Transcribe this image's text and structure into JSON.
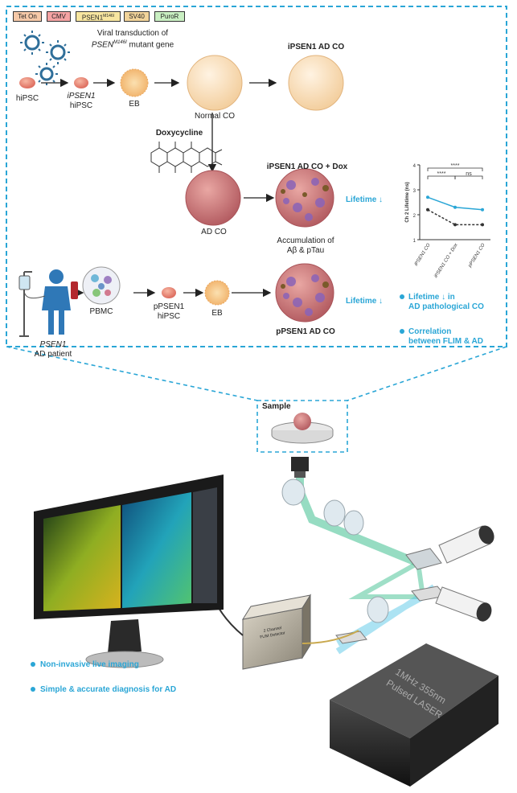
{
  "construct": {
    "boxes": [
      {
        "label": "Tet On",
        "color": "#f6c9a8"
      },
      {
        "label": "CMV",
        "color": "#f5a3a3"
      },
      {
        "label": "PSEN1",
        "sup": "M146I",
        "color": "#f8e6a0"
      },
      {
        "label": "SV40",
        "color": "#f2d49a"
      },
      {
        "label": "PuroR",
        "color": "#c9efc2"
      }
    ]
  },
  "transduction": {
    "line1": "Viral transduction of",
    "line2_prefix": "PSEN",
    "line2_sup": "M146I",
    "line2_suffix": " mutant gene"
  },
  "cells": {
    "hipsc": "hiPSC",
    "ipsen1_hipsc_a": "iPSEN1",
    "ipsen1_hipsc_b": "hiPSC",
    "eb": "EB",
    "normal_co": "Normal CO",
    "ipsen1_ad_co": "iPSEN1 AD CO",
    "doxycycline": "Doxycycline",
    "ad_co": "AD CO",
    "ipsen1_ad_co_dox": "iPSEN1 AD CO + Dox",
    "lifetime1": "Lifetime ↓",
    "accum_a": "Accumulation of",
    "accum_b": "Aβ & pTau",
    "patient_a": "PSEN1",
    "patient_b": "AD patient",
    "pbmc": "PBMC",
    "ppsen1_a": "pPSEN1",
    "ppsen1_b": "hiPSC",
    "eb2": "EB",
    "lifetime2": "Lifetime ↓",
    "ppsen1_ad_co": "pPSEN1 AD CO"
  },
  "bullets_top": [
    {
      "line1": "Lifetime ↓ in",
      "line2": "AD pathological CO"
    },
    {
      "line1": "Correlation",
      "line2": "between FLIM & AD"
    }
  ],
  "chart_data": {
    "type": "line",
    "ylabel": "Ch 2 Lifetime (ns)",
    "ylim": [
      1,
      4
    ],
    "yticks": [
      "1",
      "2",
      "3",
      "4"
    ],
    "categories": [
      "iPSEN1 CO",
      "iPSEN1 CO + Dox",
      "pPSEN1 CO"
    ],
    "series": [
      {
        "values": [
          2.7,
          2.3,
          2.2
        ],
        "style": "solid"
      },
      {
        "values": [
          2.2,
          1.6,
          1.6
        ],
        "style": "dashed"
      }
    ],
    "annotations": [
      "****",
      "****",
      "ns"
    ]
  },
  "setup": {
    "sample": "Sample",
    "detector_a": "2 Channel",
    "detector_b": "FLIM Detector",
    "laser_a": "1MHz 355nm",
    "laser_b": "Pulsed LASER"
  },
  "bullets_bottom": [
    "Non-invasive live imaging",
    "Simple & accurate diagnosis for AD"
  ],
  "colors": {
    "accent": "#2aa6d6",
    "organoid": "#f6d7b4",
    "ad_organoid": "#c9787a",
    "beam": "#3fbf8f"
  }
}
